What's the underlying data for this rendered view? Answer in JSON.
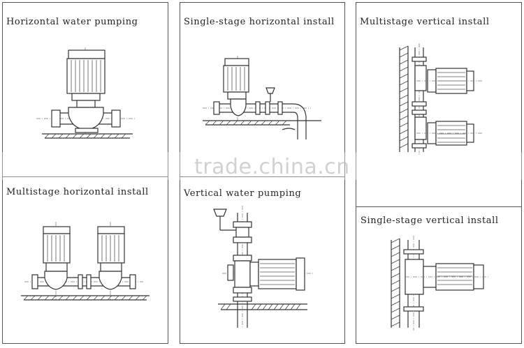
{
  "panels": [
    {
      "id": "p1",
      "title": "Horizontal water pumping"
    },
    {
      "id": "p2",
      "title": "Single-stage horizontal install"
    },
    {
      "id": "p3",
      "title": "Multistage vertical install"
    },
    {
      "id": "p4",
      "title": "Multistage horizontal install"
    },
    {
      "id": "p5",
      "title": "Vertical water pumping"
    },
    {
      "id": "p6",
      "title": "Single-stage vertical install"
    }
  ],
  "watermark": "trade.china.cn"
}
